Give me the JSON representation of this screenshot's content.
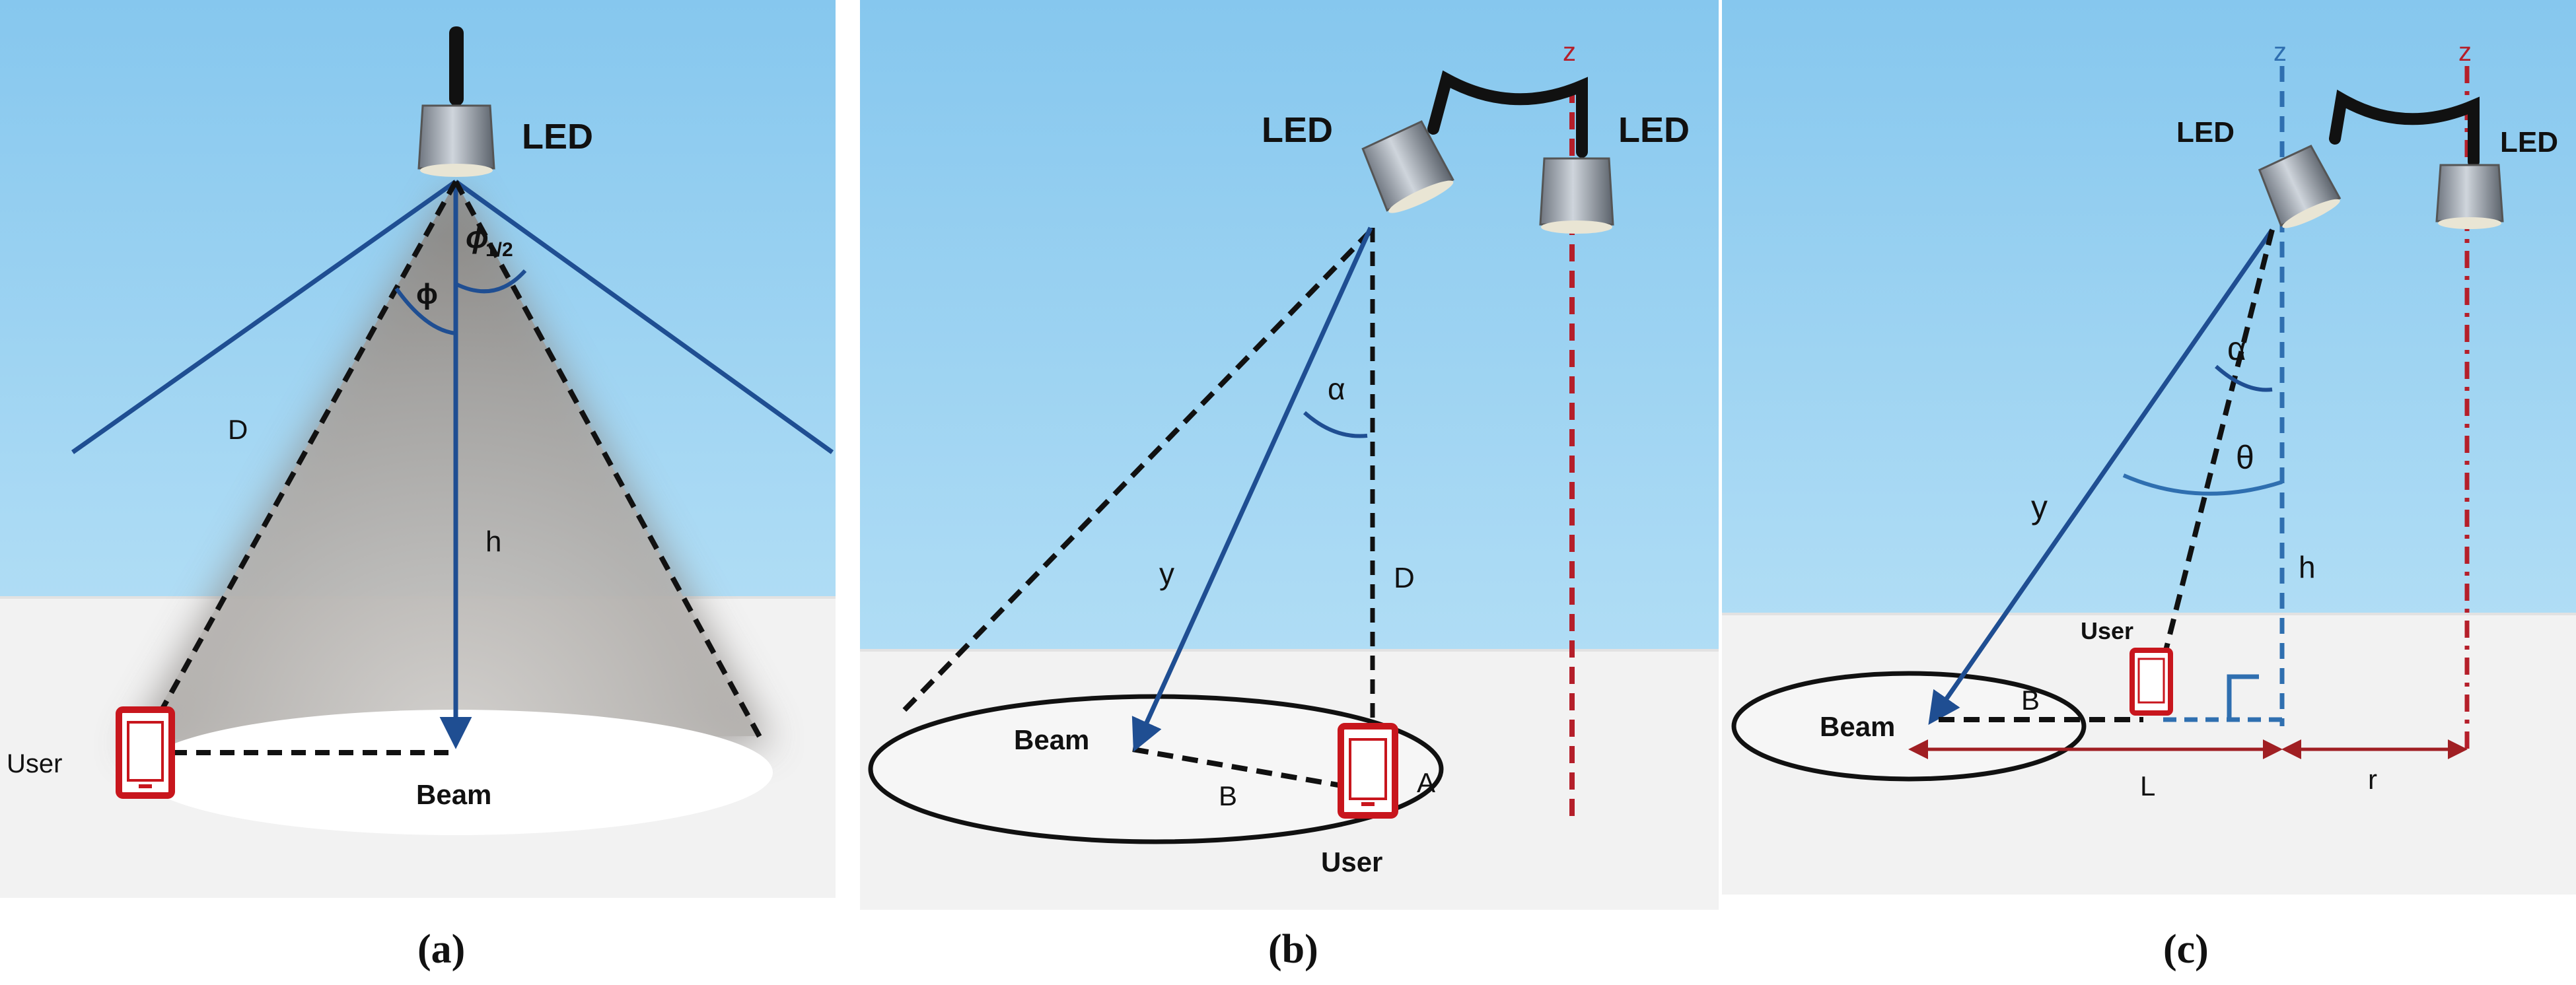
{
  "panels": [
    {
      "caption": "(a)",
      "labels": {
        "led": "LED",
        "half_angle": "ϕ",
        "half_angle_sub": "1/2",
        "phi": "ϕ",
        "d": "D",
        "h": "h",
        "user": "User",
        "beam": "Beam"
      }
    },
    {
      "caption": "(b)",
      "labels": {
        "led_left": "LED",
        "led_right": "LED",
        "z": "z",
        "alpha": "α",
        "y": "y",
        "d": "D",
        "beam": "Beam",
        "b": "B",
        "a": "A",
        "user": "User"
      }
    },
    {
      "caption": "(c)",
      "labels": {
        "led_left": "LED",
        "led_right": "LED",
        "z_left": "z",
        "z_right": "z",
        "alpha": "α",
        "theta": "θ",
        "y": "y",
        "h": "h",
        "user": "User",
        "beam": "Beam",
        "b": "B",
        "l": "L",
        "r": "r"
      }
    }
  ],
  "colors": {
    "wall_top": "#86c7ee",
    "wall_bottom": "#a9daf4",
    "floor": "#f2f2f2",
    "ray_blue": "#1f4e92",
    "z_red": "#b51f2a",
    "z_blue": "#2f6fb0",
    "phone_red": "#c8161d",
    "arrow_red": "#a01f23"
  }
}
